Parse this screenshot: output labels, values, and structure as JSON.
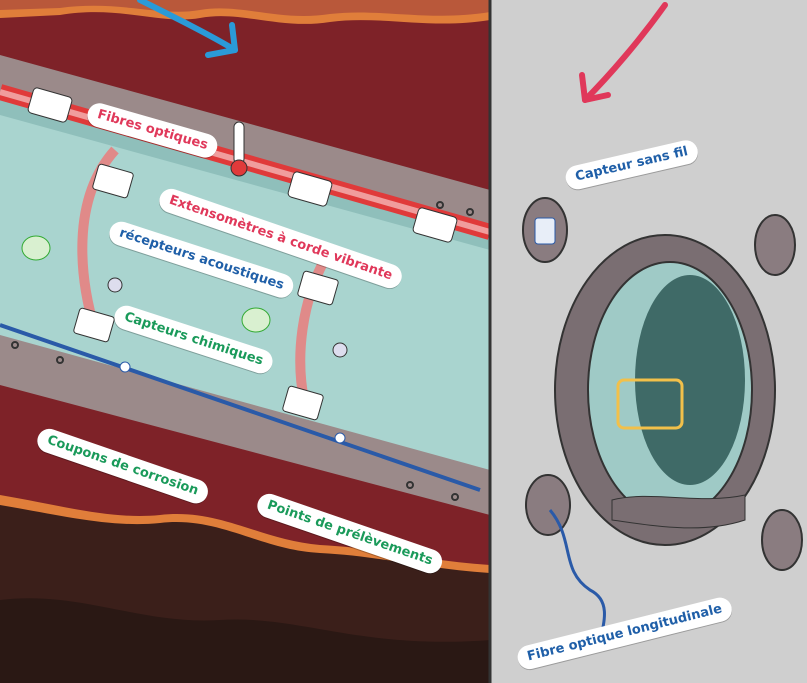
{
  "labels": {
    "fibres_optiques": "Fibres optiques",
    "extensometres": "Extensomètres à corde vibrante",
    "recepteurs": "récepteurs acoustiques",
    "capteurs_chimiques": "Capteurs chimiques",
    "coupons": "Coupons de corrosion",
    "points": "Points de prélèvements",
    "capteur_sans_fil": "Capteur sans fil",
    "fibre_longitudinale": "Fibre optique longitudinale"
  },
  "colors": {
    "red_label": "#e0385a",
    "blue_label": "#1f5fa8",
    "green_label": "#1a9a5a",
    "arrow_blue": "#2a9ad8",
    "arrow_pink": "#e0385a"
  }
}
